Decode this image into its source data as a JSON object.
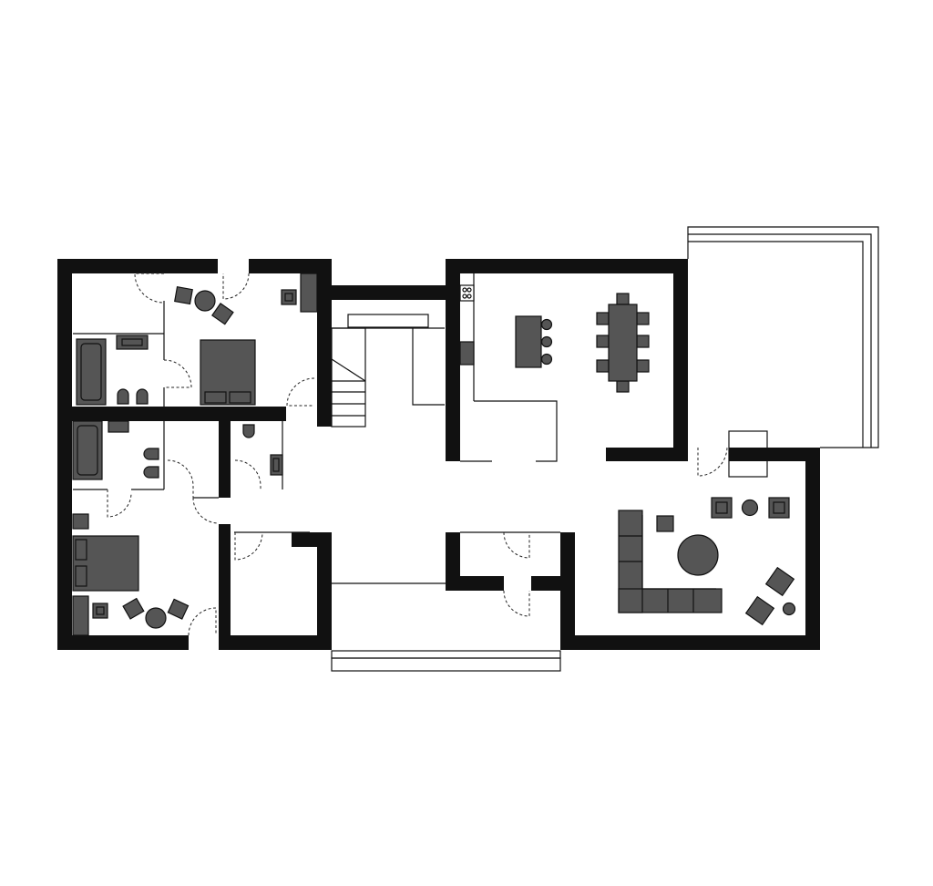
{
  "title": "",
  "colors": {
    "background": "#ffffff",
    "wall": "#111111",
    "furniture": "#555555",
    "line": "#111111"
  },
  "rooms": [
    "bedroom-1",
    "bathroom-1",
    "bathroom-2",
    "toilet",
    "bedroom-2",
    "storage",
    "hall",
    "stair",
    "kitchen",
    "dining",
    "terrace",
    "living-room",
    "entrance"
  ],
  "icons": [
    "bed",
    "bathtub",
    "toilet",
    "bidet",
    "armchair",
    "sofa",
    "dining-table",
    "kitchen-island",
    "stove",
    "sink",
    "round-table",
    "staircase"
  ]
}
